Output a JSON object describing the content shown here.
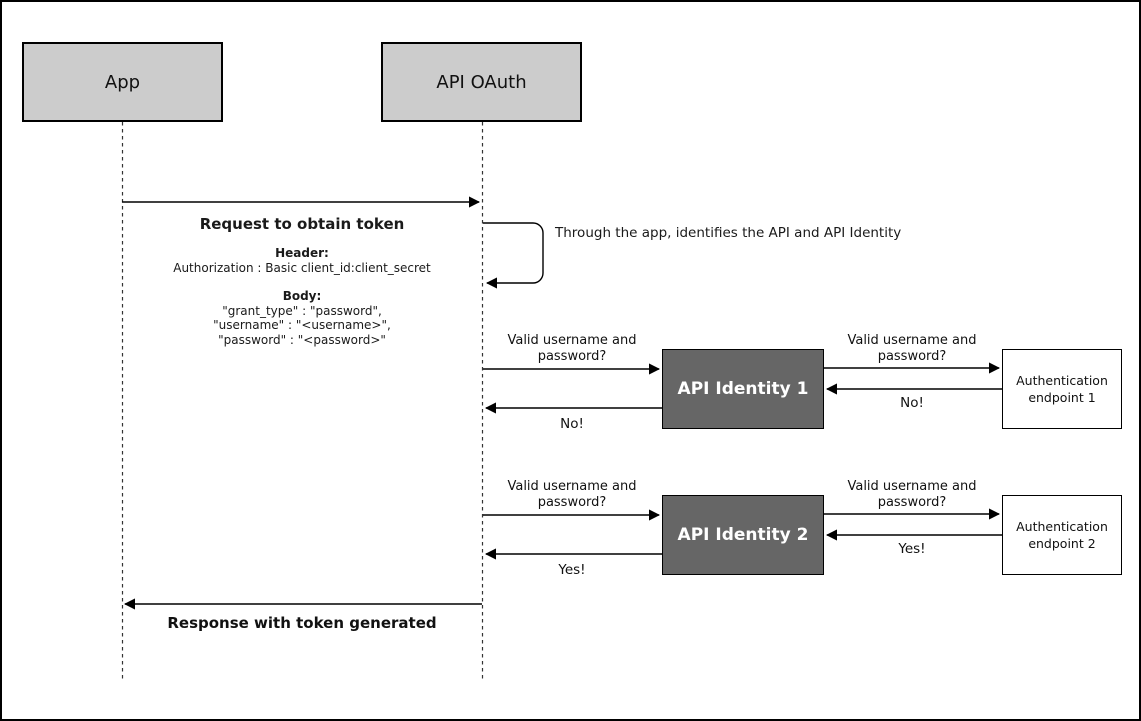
{
  "actors": {
    "app": "App",
    "oauth": "API OAuth"
  },
  "token_request": {
    "title": "Request to obtain token",
    "header_label": "Header:",
    "header_value": "Authorization : Basic client_id:client_secret",
    "body_label": "Body:",
    "body_line1": "\"grant_type\" : \"password\",",
    "body_line2": "\"username\" : \"<username>\",",
    "body_line3": "\"password\" : \"<password>\""
  },
  "self_note": "Through the app, identifies the API and API Identity",
  "check1": {
    "box": "API Identity 1",
    "endpoint": "Authentication endpoint 1",
    "ask_left": "Valid username and password?",
    "reply_left": "No!",
    "ask_right": "Valid username and password?",
    "reply_right": "No!"
  },
  "check2": {
    "box": "API Identity 2",
    "endpoint": "Authentication endpoint 2",
    "ask_left": "Valid username and password?",
    "reply_left": "Yes!",
    "ask_right": "Valid username and password?",
    "reply_right": "Yes!"
  },
  "response_label": "Response with token generated",
  "colors": {
    "actor_fill": "#cccccc",
    "identity_fill": "#666666",
    "endpoint_fill": "#ffffff",
    "stroke": "#000000",
    "background": "#ffffff"
  }
}
